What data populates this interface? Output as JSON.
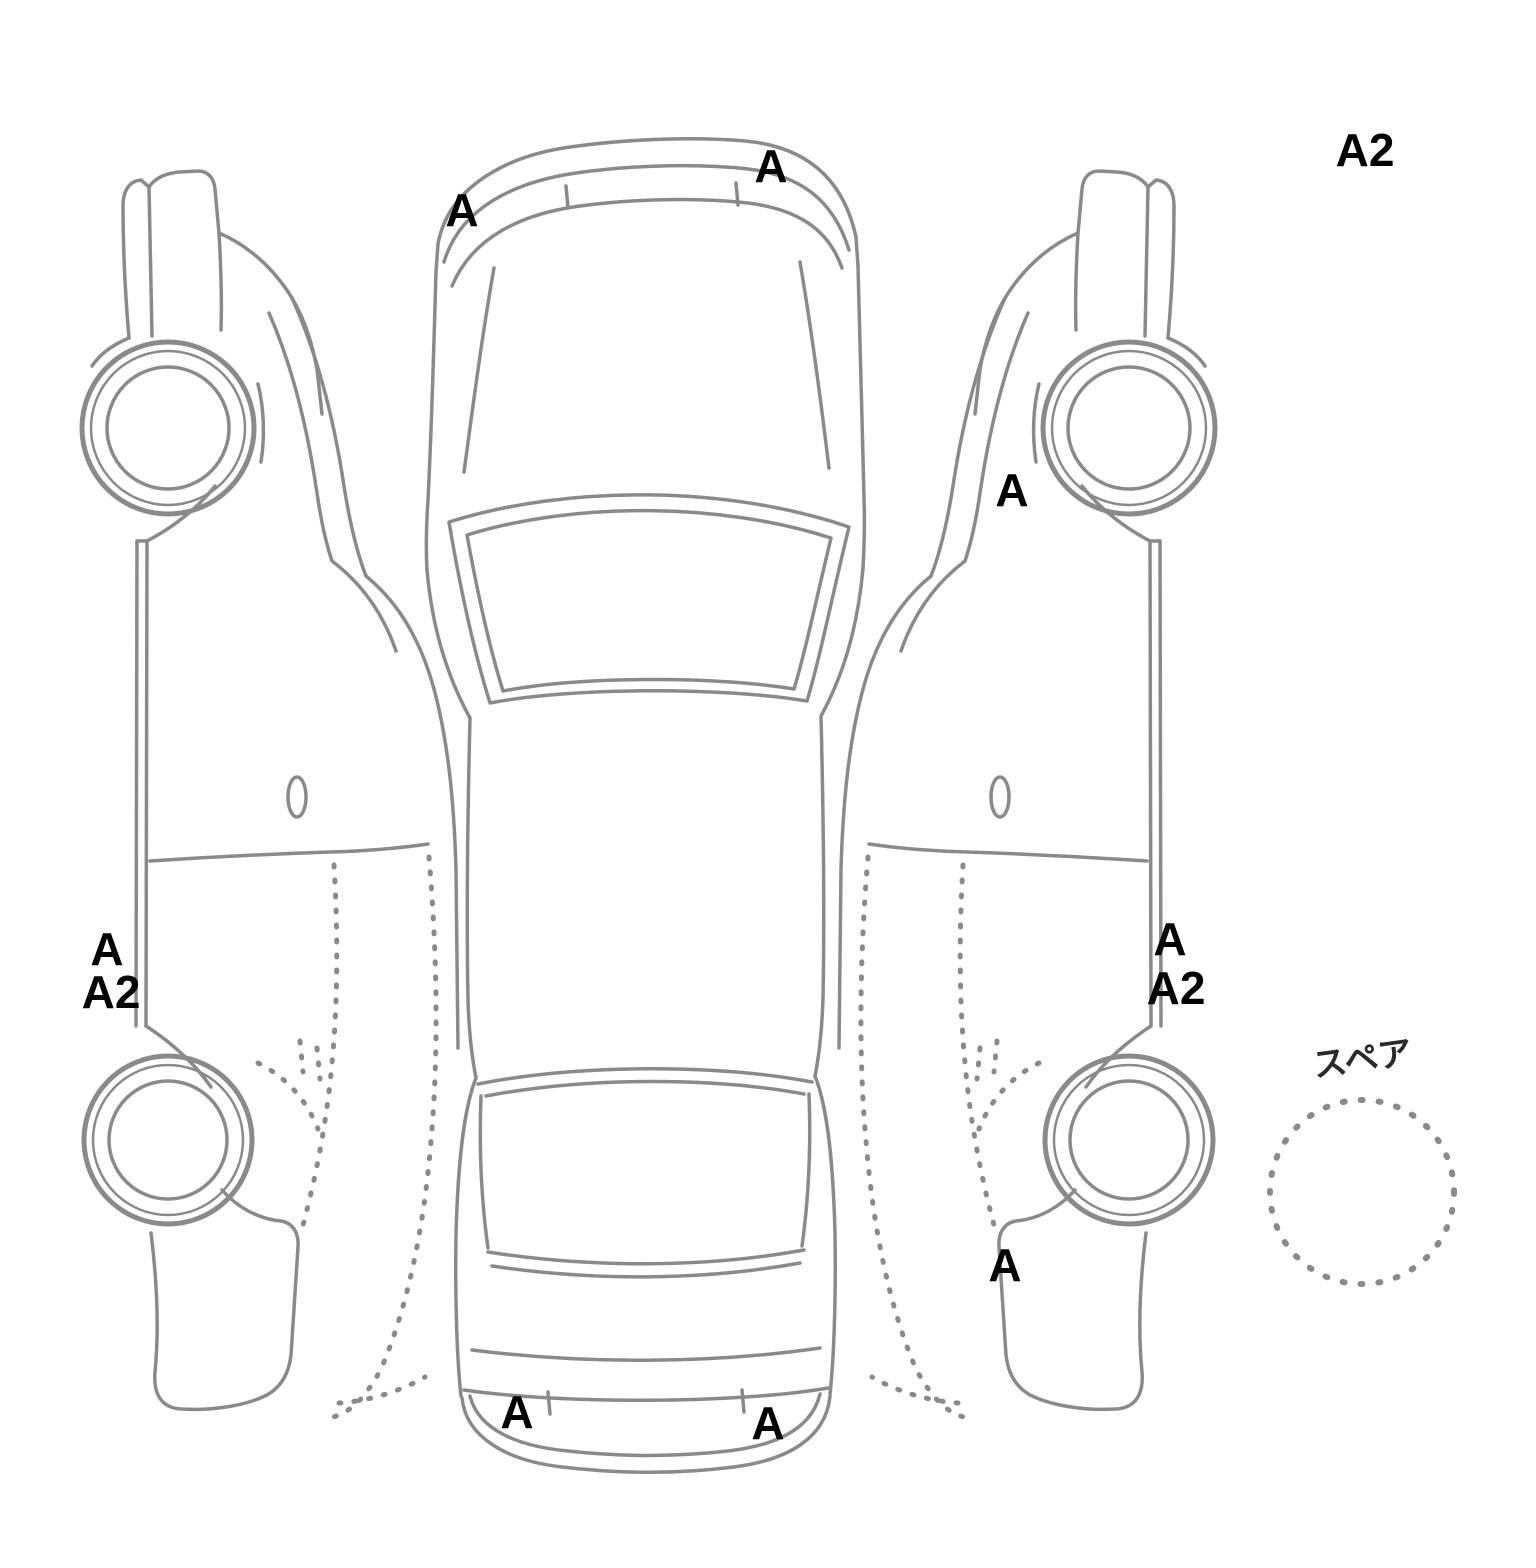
{
  "diagram": {
    "line_color": "#8a8a8a",
    "marker_color": "#000000",
    "spare": {
      "label": "スペア"
    },
    "annotations": [
      {
        "area": "top-right-corner",
        "label": "A2"
      },
      {
        "area": "front-bumper-right",
        "label": "A"
      },
      {
        "area": "front-bumper-left",
        "label": "A"
      },
      {
        "area": "right-side-front-fender",
        "label": "A"
      },
      {
        "area": "left-side-rocker",
        "label": "A"
      },
      {
        "area": "left-side-rocker-2",
        "label": "A2"
      },
      {
        "area": "right-side-rocker",
        "label": "A"
      },
      {
        "area": "right-side-rocker-2",
        "label": "A2"
      },
      {
        "area": "right-side-rear-quarter",
        "label": "A"
      },
      {
        "area": "rear-bumper-left",
        "label": "A"
      },
      {
        "area": "rear-bumper-right",
        "label": "A"
      }
    ]
  }
}
